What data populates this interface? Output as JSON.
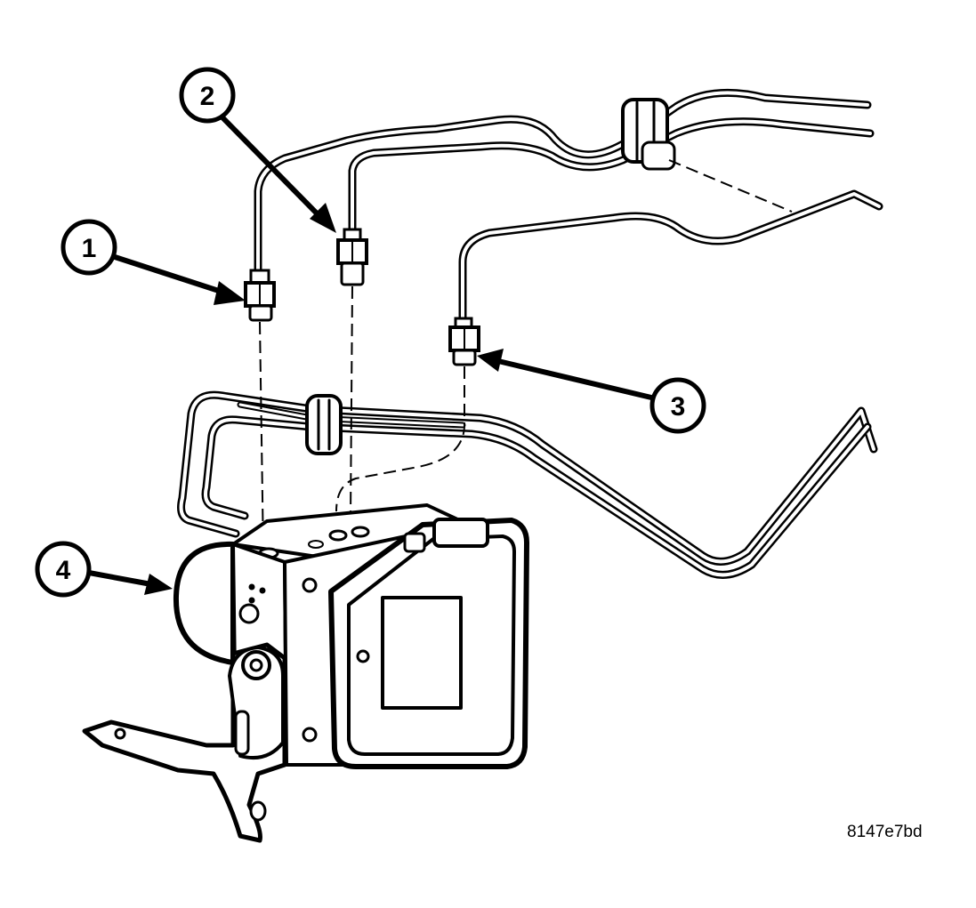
{
  "callouts": [
    {
      "label": "1"
    },
    {
      "label": "2"
    },
    {
      "label": "3"
    },
    {
      "label": "4"
    }
  ],
  "figure_id": "8147e7bd",
  "colors": {
    "ink": "#000000",
    "paper": "#ffffff"
  }
}
